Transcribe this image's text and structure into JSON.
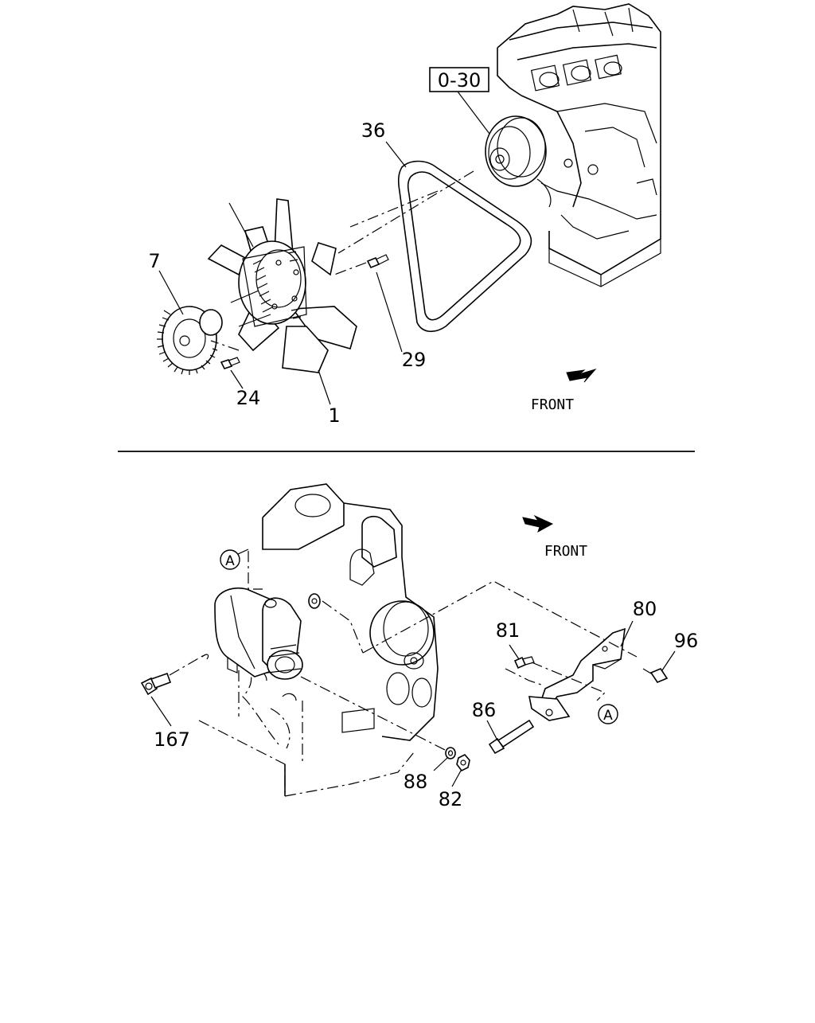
{
  "upper_view": {
    "reference_box": "0-30",
    "front_label": "FRONT",
    "callouts": [
      "36",
      "7",
      "29",
      "24",
      "1"
    ]
  },
  "lower_view": {
    "front_label": "FRONT",
    "connector_letter": "A",
    "callouts": [
      "80",
      "81",
      "96",
      "86",
      "167",
      "88",
      "82"
    ]
  }
}
